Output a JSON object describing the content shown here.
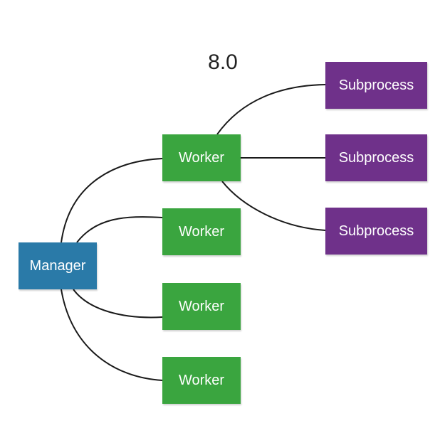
{
  "diagram": {
    "title": "8.0",
    "manager": {
      "label": "Manager"
    },
    "workers": [
      {
        "label": "Worker"
      },
      {
        "label": "Worker"
      },
      {
        "label": "Worker"
      },
      {
        "label": "Worker"
      }
    ],
    "subprocesses": [
      {
        "label": "Subprocess"
      },
      {
        "label": "Subprocess"
      },
      {
        "label": "Subprocess"
      }
    ],
    "edges": [
      {
        "from": "manager",
        "to": "workers.0"
      },
      {
        "from": "manager",
        "to": "workers.1"
      },
      {
        "from": "manager",
        "to": "workers.2"
      },
      {
        "from": "manager",
        "to": "workers.3"
      },
      {
        "from": "workers.0",
        "to": "subprocesses.0"
      },
      {
        "from": "workers.0",
        "to": "subprocesses.1"
      },
      {
        "from": "workers.0",
        "to": "subprocesses.2"
      }
    ],
    "colors": {
      "manager": "#2a7aa8",
      "worker": "#3aa53f",
      "subprocess": "#6f318a",
      "connector": "#1a1a1a"
    }
  }
}
